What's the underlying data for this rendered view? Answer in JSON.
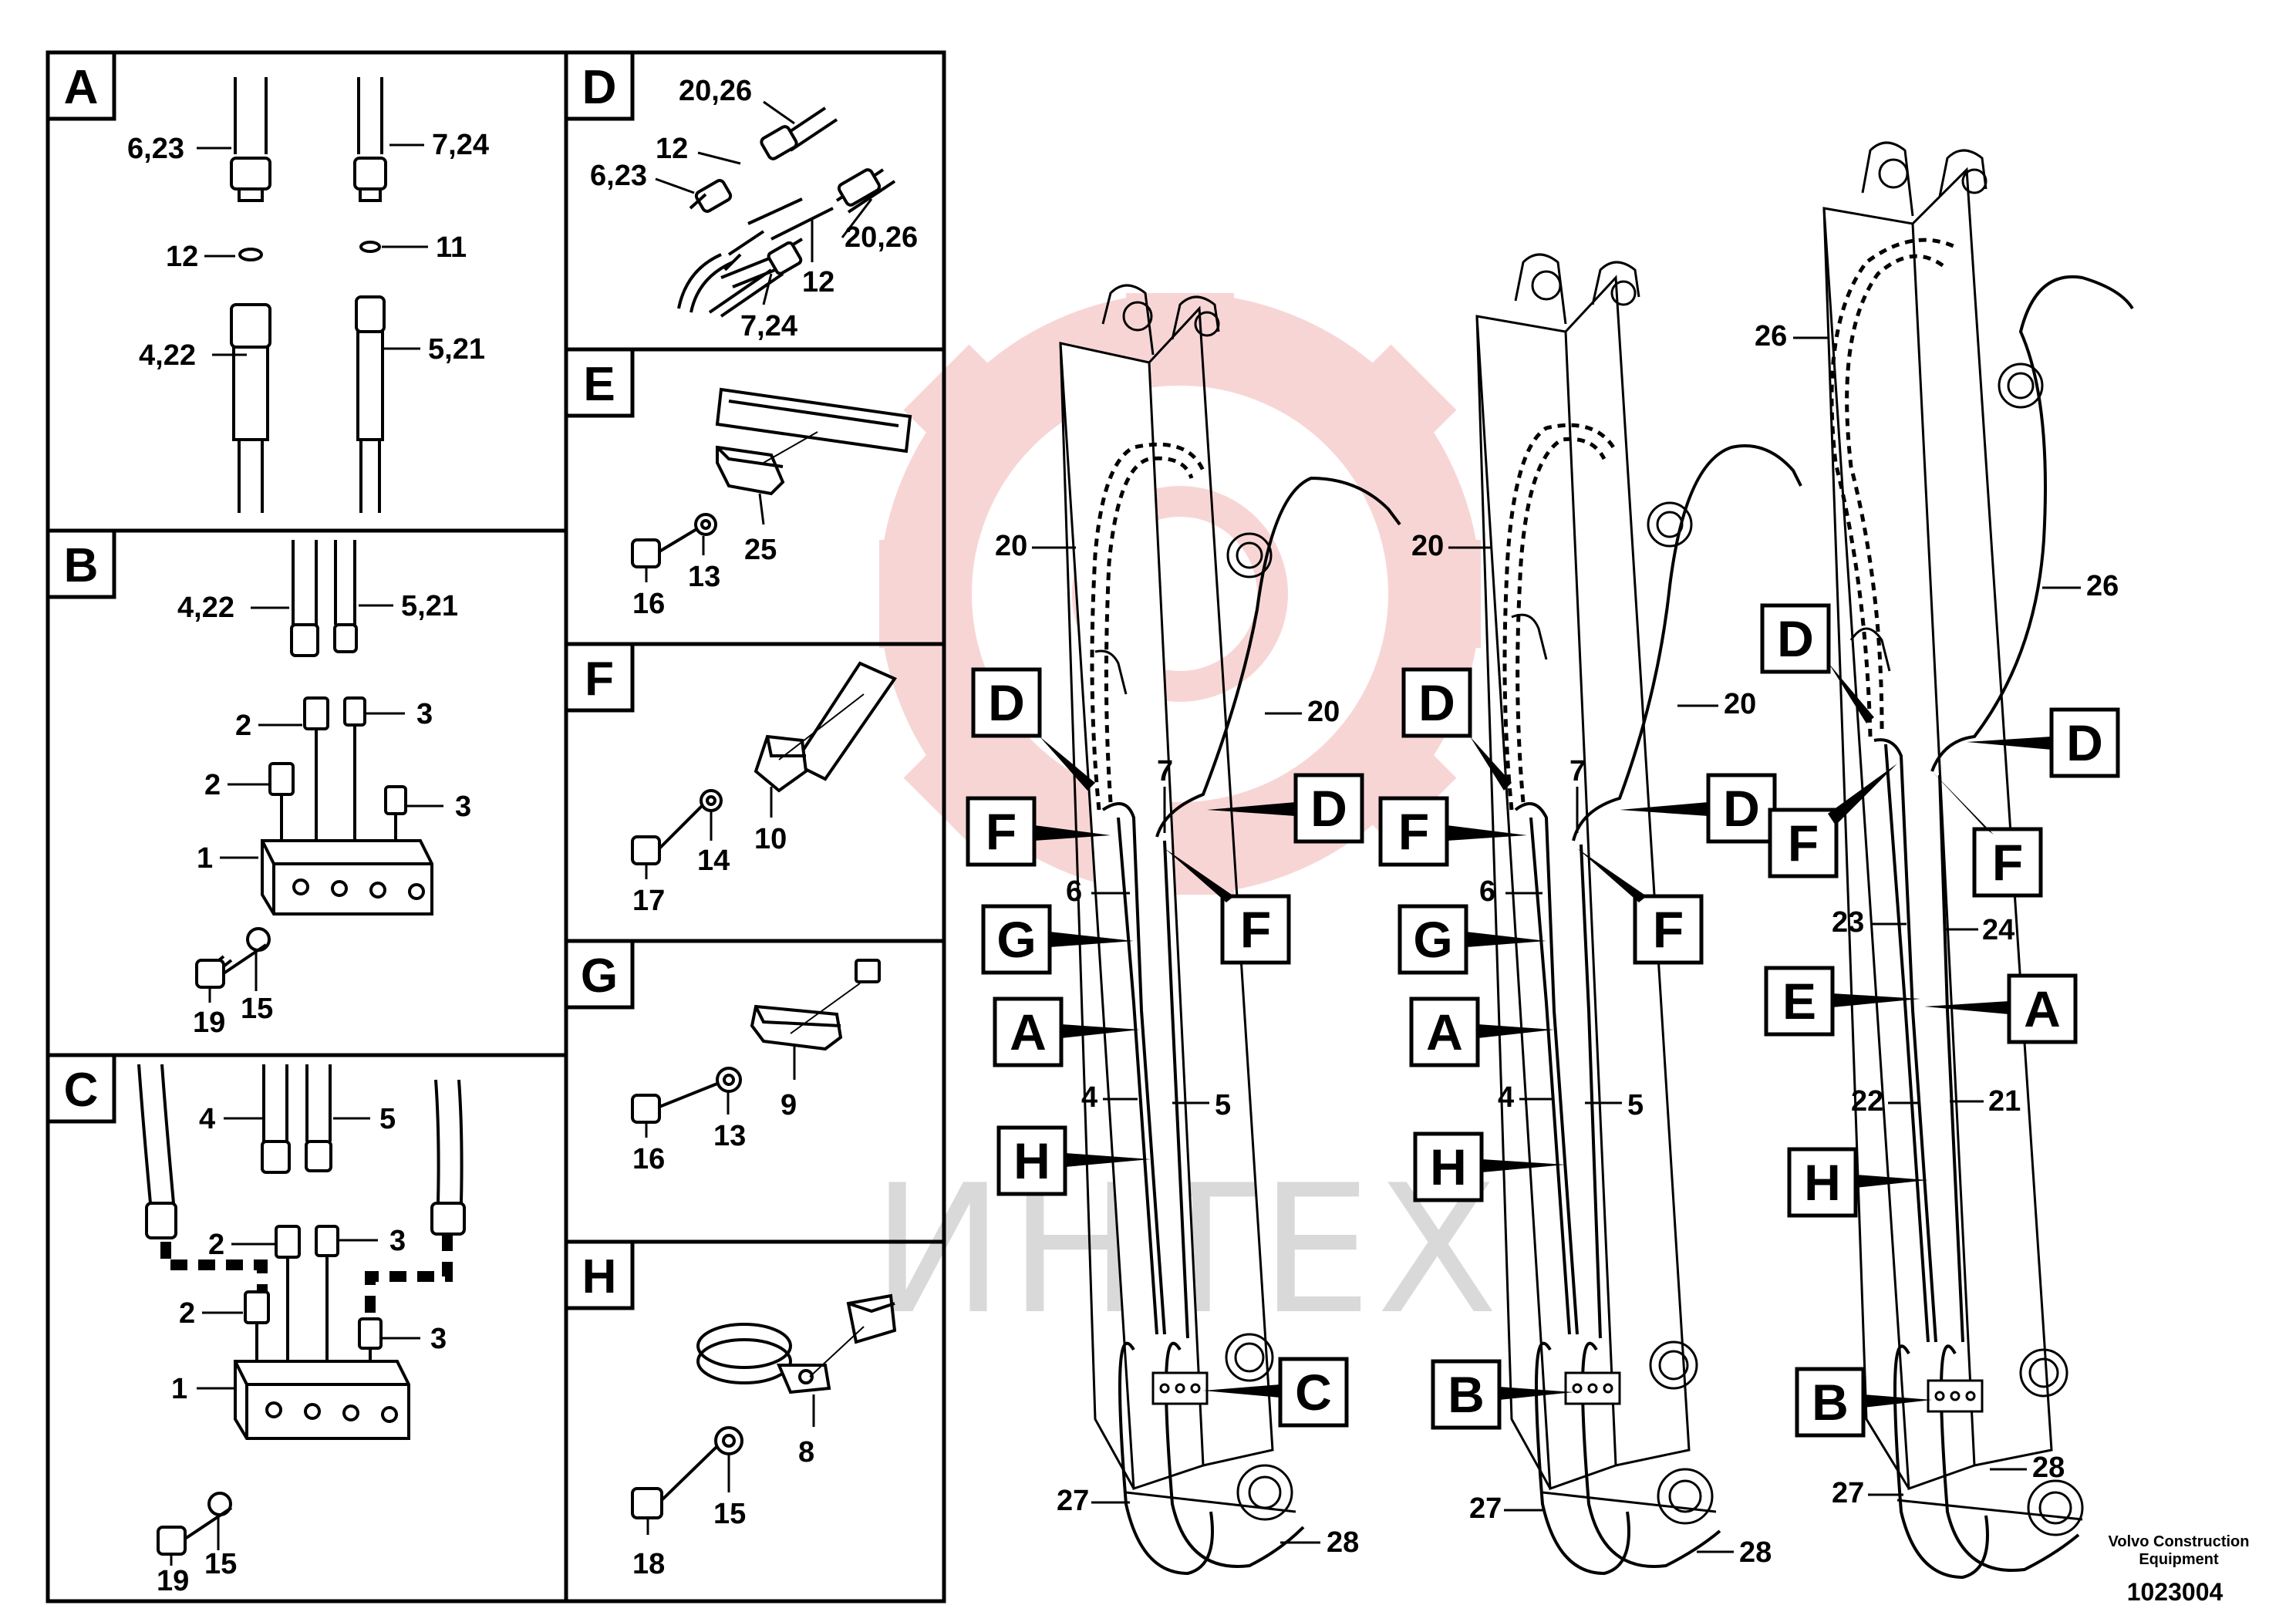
{
  "watermark": {
    "text": "ИНТЕХ",
    "gear_color": "#f4b4b4",
    "text_color": "#d9d9d9"
  },
  "panels": {
    "A": {
      "letter": "A",
      "labels": [
        "6,23",
        "7,24",
        "12",
        "11",
        "4,22",
        "5,21"
      ]
    },
    "B": {
      "letter": "B",
      "labels": [
        "4,22",
        "5,21",
        "2",
        "3",
        "2",
        "3",
        "1",
        "19",
        "15"
      ]
    },
    "C": {
      "letter": "C",
      "labels": [
        "4",
        "5",
        "2",
        "3",
        "2",
        "3",
        "1",
        "19",
        "15"
      ]
    },
    "D": {
      "letter": "D",
      "labels": [
        "20,26",
        "12",
        "6,23",
        "20,26",
        "12",
        "7,24"
      ]
    },
    "E": {
      "letter": "E",
      "labels": [
        "25",
        "16",
        "13"
      ]
    },
    "F": {
      "letter": "F",
      "labels": [
        "10",
        "17",
        "14"
      ]
    },
    "G": {
      "letter": "G",
      "labels": [
        "9",
        "16",
        "13"
      ]
    },
    "H": {
      "letter": "H",
      "labels": [
        "8",
        "18",
        "15"
      ]
    }
  },
  "boom1": {
    "part_labels": [
      "20",
      "20",
      "7",
      "6",
      "4",
      "5",
      "27",
      "28"
    ],
    "boxes": [
      "D",
      "F",
      "D",
      "G",
      "F",
      "A",
      "H",
      "C"
    ]
  },
  "boom2": {
    "part_labels": [
      "20",
      "20",
      "7",
      "6",
      "4",
      "5",
      "27",
      "28"
    ],
    "boxes": [
      "D",
      "F",
      "D",
      "G",
      "F",
      "A",
      "H",
      "B"
    ]
  },
  "boom3": {
    "part_labels": [
      "26",
      "26",
      "23",
      "24",
      "22",
      "21",
      "28",
      "27"
    ],
    "boxes": [
      "D",
      "D",
      "F",
      "F",
      "E",
      "A",
      "H",
      "B"
    ]
  },
  "footer": {
    "line1": "Volvo Construction",
    "line2": "Equipment",
    "doc_number": "1023004"
  }
}
